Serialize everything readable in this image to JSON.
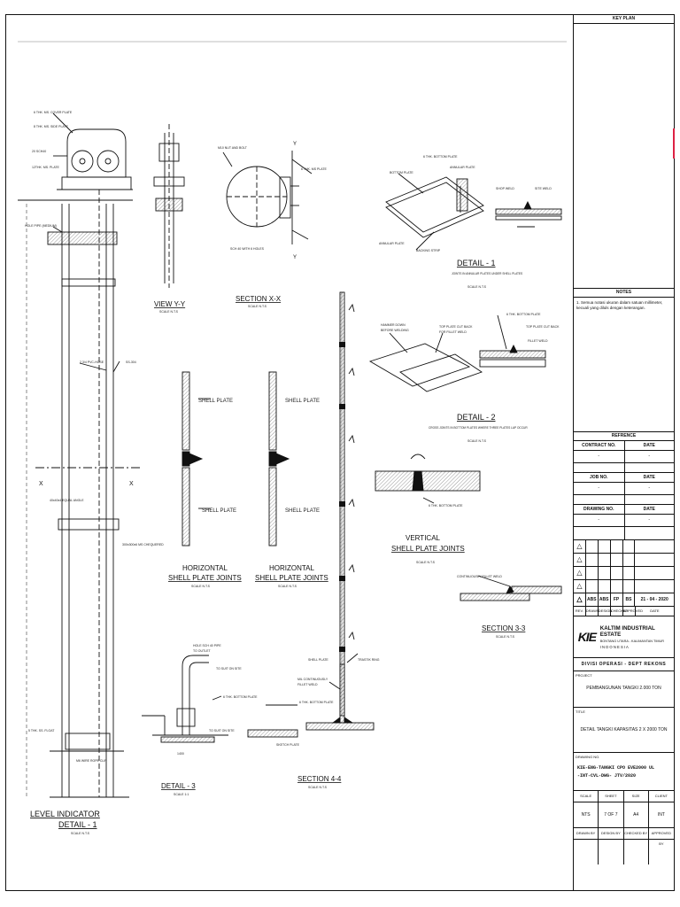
{
  "drawing": {
    "details": {
      "level_indicator": {
        "title": "LEVEL INDICATOR",
        "subtitle": "DETAIL - 1",
        "scale": "SCALE N.T.S"
      },
      "view_yy": {
        "title": "VIEW Y-Y",
        "scale": "SCALE N.T.S"
      },
      "section_xx": {
        "title": "SECTION X-X",
        "scale": "SCALE N.T.S"
      },
      "detail_1": {
        "title": "DETAIL - 1",
        "note": "JOINTS IN ANNULAR PLATES UNDER SHELL PLATES",
        "scale": "SCALE N.T.S"
      },
      "detail_2": {
        "title": "DETAIL - 2",
        "note": "CROSS JOINTS IN BOTTOM PLATES WHERE THREE PLATES LAP OCCUR",
        "scale": "SCALE N.T.S"
      },
      "horiz_joint_1": {
        "title1": "HORIZONTAL",
        "title2": "SHELL PLATE JOINTS",
        "scale": "SCALE N.T.S"
      },
      "horiz_joint_2": {
        "title1": "HORIZONTAL",
        "title2": "SHELL PLATE JOINTS",
        "scale": "SCALE N.T.S"
      },
      "vertical_joint": {
        "title1": "VERTICAL",
        "title2": "SHELL PLATE JOINTS",
        "scale": "SCALE N.T.S"
      },
      "section_33": {
        "title": "SECTION 3-3",
        "scale": "SCALE N.T.S"
      },
      "section_44": {
        "title": "SECTION 4-4",
        "scale": "SCALE N.T.S"
      },
      "detail_3": {
        "title": "DETAIL - 3",
        "scale": "SCALE 1:1"
      }
    },
    "labels": {
      "shell_plate": "SHELL PLATE",
      "x_mark": "X",
      "y_mark": "Y",
      "bottom_plate": "6 THK. BOTTOM PLATE",
      "annular_plate": "ANNULAR PLATE",
      "bottom_plate_short": "BOTTOM PLATE",
      "backing_strip": "BACKING STRIP",
      "shop_weld": "SHOP WELD",
      "site_weld": "SITE WELD",
      "fillet_weld": "FILLET WELD",
      "continuous_fillet": "CONTINUOUSLY FILLET WELD",
      "sketch_plate": "SKETCH PLATE",
      "hole_pipe": "HOLE PIPE (MEDIUM)",
      "plate_thick": "6 THK. MS PLATE",
      "sch40": "SCH 40 WITH 6 HOLES",
      "m10": "M10 NUT AND BOLT"
    }
  },
  "titleblock": {
    "key_plan": "KEY PLAN",
    "notes_header": "NOTES",
    "notes_text": "1.  Semua notasi ukuran dalam satuan millimeter, kecuali yang diluls dengan keterangan.",
    "reference_header": "REFRENCE",
    "contract_no": "CONTRACT NO.",
    "date": "DATE",
    "dash": "-",
    "job_no": "JOB NO.",
    "drawing_no_label": "DRAWING NO.",
    "revision": {
      "row": [
        "ABS",
        "ABS",
        "FP",
        "BS",
        "21 - 04 - 2020"
      ],
      "header": [
        "REV.",
        "DRAWN",
        "DESIGN",
        "CHECKED",
        "APPROVED",
        "DATE"
      ]
    },
    "company_name": "KALTIM INDUSTRIAL ESTATE",
    "company_address": "BONTANG UTARA - KALIMANTAN TIMUR",
    "company_country": "I N D O N E S I A",
    "logo_text": "KIE",
    "division": "DIVISI OPERASI - DEPT REKONS",
    "project_label": "PROJECT",
    "project_name": "PEMBANGUNAN TANGKI 2.000 TON",
    "title_label": "TITLE",
    "title_name": "DETAIL TANGKI KAPASITAS 2 X 2000 TON",
    "drawing_number_label": "DRAWING NO.",
    "drawing_number_1": "KIE-ENG-TANGKI CPO EVE2000 UL",
    "drawing_number_2": "-INT-CVL-DWG-  JTV/2020",
    "scale_headers": [
      "SCALE",
      "SHEET",
      "SIZE",
      "CLIENT"
    ],
    "scale_values": [
      "NTS",
      "7 OF 7",
      "A4",
      "INT"
    ],
    "sign_headers": [
      "DRAWN BY",
      "DESIGN BY",
      "CHECKED BY",
      "APPROVED BY"
    ]
  }
}
